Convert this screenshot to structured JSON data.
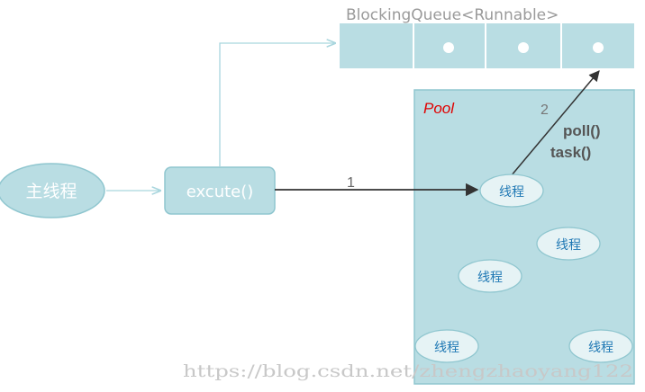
{
  "queue": {
    "label": "BlockingQueue<Runnable>",
    "slots": [
      {
        "filled": false
      },
      {
        "filled": true
      },
      {
        "filled": true
      },
      {
        "filled": true
      }
    ]
  },
  "pool": {
    "label": "Pool",
    "threads": [
      {
        "label": "线程"
      },
      {
        "label": "线程"
      },
      {
        "label": "线程"
      },
      {
        "label": "线程"
      },
      {
        "label": "线程"
      }
    ]
  },
  "main_thread": {
    "label": "主线程"
  },
  "execute": {
    "label": "excute()"
  },
  "arrow1": {
    "label": "1"
  },
  "arrow2": {
    "label": "2",
    "line1": "poll()",
    "line2": "task()"
  },
  "watermark": "https://blog.csdn.net/zhengzhaoyang122",
  "colors": {
    "fill": "#b9dde3",
    "stroke": "#8fc6cf",
    "text_on_fill": "#ffffff",
    "thread_text": "#1f78b4",
    "pool_label": "#e00000",
    "dark_arrow": "#333333",
    "light_arrow": "#a9d6de"
  }
}
